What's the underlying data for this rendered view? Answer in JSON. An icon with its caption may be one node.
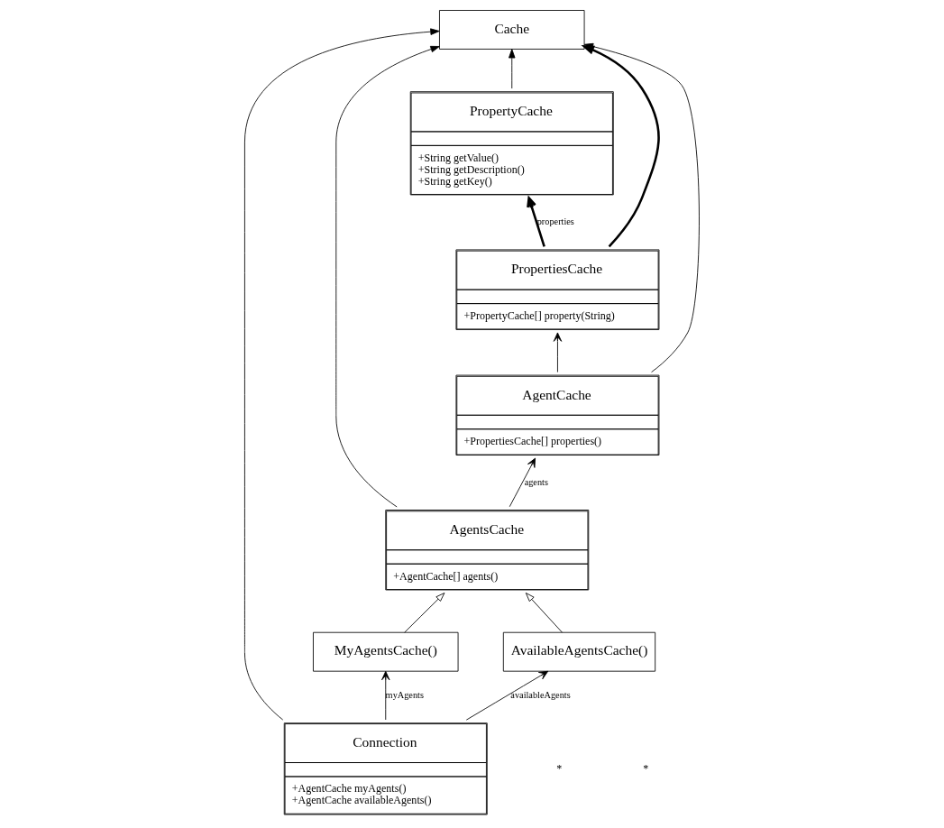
{
  "diagram": {
    "nodes": [
      {
        "text": [
          "PropertyCache",
          "+String getValue()",
          "+String getDescription()",
          "+String getKey()"
        ]
      },
      {
        "text": [
          "PropertiesCache",
          "+PropertyCache[] property(String)"
        ]
      },
      {
        "text": [
          "Cache"
        ]
      },
      {
        "text": [
          "AgentCache",
          "+PropertiesCache[] properties()"
        ]
      },
      {
        "text": [
          "AgentsCache",
          "+AgentCache[] agents()"
        ]
      },
      {
        "text": [
          "Connection",
          "+AgentCache myAgents()",
          "+AgentCache availableAgents()"
        ]
      },
      {
        "text": [
          "MyAgentsCache()"
        ]
      },
      {
        "text": [
          "AvailableAgentsCache()"
        ]
      }
    ],
    "edges": [
      {
        "from": 1,
        "to": 0,
        "arrow": "to",
        "label": "properties",
        "style": "thick"
      },
      {
        "from": 0,
        "to": 2,
        "arrow": "to"
      },
      {
        "from": 1,
        "to": 2,
        "arrow": "to",
        "style": "thick"
      },
      {
        "from": 3,
        "to": 1,
        "arrow": "to"
      },
      {
        "from": 3,
        "to": 2,
        "arrow": "to"
      },
      {
        "from": 4,
        "to": 3,
        "arrow": "to",
        "label": "agents"
      },
      {
        "from": 4,
        "to": 2,
        "arrow": "to"
      },
      {
        "from": 5,
        "to": 2,
        "arrow": "to"
      },
      {
        "from": 6,
        "to": 4,
        "arrow": "to"
      },
      {
        "from": 7,
        "to": 4,
        "arrow": "to"
      },
      {
        "from": 5,
        "to": 6,
        "arrow": "to",
        "label": "myAgents"
      },
      {
        "from": 5,
        "to": 7,
        "arrow": "to",
        "label": "availableAgents"
      }
    ],
    "labels": [
      "*",
      "*"
    ]
  }
}
